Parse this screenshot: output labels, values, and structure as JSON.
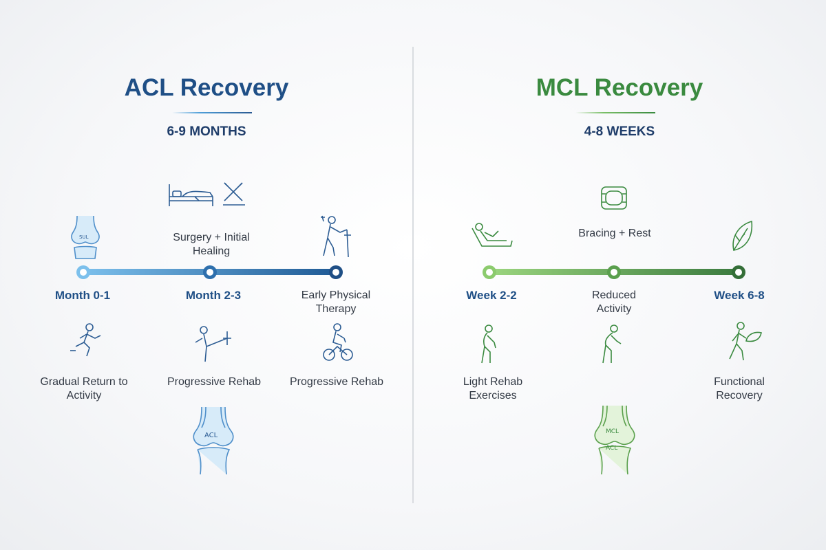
{
  "acl": {
    "title": "ACL Recovery",
    "duration": "6-9 MONTHS",
    "stage_top": "Surgery + Initial Healing",
    "ticks": [
      "Month 0-1",
      "Month 2-3",
      "Early Physical Therapy"
    ],
    "bottom": [
      "Gradual Return to Activity",
      "Progressive Rehab",
      "Progressive Rehab"
    ],
    "colors": {
      "title": "#1f4f86",
      "bar_start": "#7cc0ec",
      "bar_end": "#1f5a95"
    },
    "icons": [
      "knee-joint-icon",
      "hospital-bed-icon",
      "crossed-tools-icon",
      "walker-patient-icon",
      "runner-icon",
      "kicking-exercise-icon",
      "stationary-bike-icon",
      "acl-knee-illustration"
    ]
  },
  "mcl": {
    "title": "MCL Recovery",
    "duration": "4-8 WEEKS",
    "stage_top": "Bracing + Rest",
    "ticks": [
      "Week 2-2",
      "Reduced Activity",
      "Week 6-8"
    ],
    "bottom": [
      "Light Rehab Exercises",
      "Functional Recovery"
    ],
    "colors": {
      "title": "#3a8a3f",
      "bar_start": "#9cd67f",
      "bar_end": "#3a7a3e"
    },
    "icons": [
      "knee-brace-icon",
      "reclining-rest-icon",
      "leaf-icon",
      "light-rehab-person-icon",
      "bending-person-icon",
      "walking-with-leaf-icon",
      "mcl-knee-illustration"
    ]
  },
  "knee_labels": {
    "acl": "ACL",
    "mcl_top": "MCL",
    "mcl_bottom": "ACL"
  }
}
